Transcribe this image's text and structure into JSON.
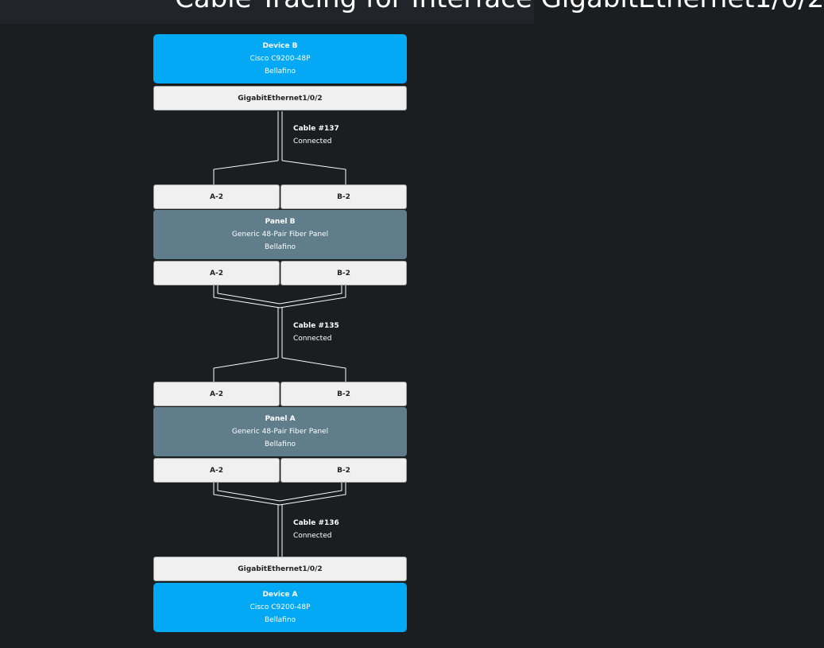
{
  "page_title": "Cable Tracing for Interface GigabitEthernet1/0/2",
  "device_b": {
    "name": "Device B",
    "model": "Cisco C9200-48P",
    "site": "Bellafino",
    "interface": "GigabitEthernet1/0/2"
  },
  "cable_137": {
    "name": "Cable #137",
    "status": "Connected"
  },
  "panel_b": {
    "front_ports": [
      "A-2",
      "B-2"
    ],
    "name": "Panel B",
    "type": "Generic 48-Pair Fiber Panel",
    "site": "Bellafino",
    "rear_ports": [
      "A-2",
      "B-2"
    ]
  },
  "cable_135": {
    "name": "Cable #135",
    "status": "Connected"
  },
  "panel_a": {
    "front_ports": [
      "A-2",
      "B-2"
    ],
    "name": "Panel A",
    "type": "Generic 48-Pair Fiber Panel",
    "site": "Bellafino",
    "rear_ports": [
      "A-2",
      "B-2"
    ]
  },
  "cable_136": {
    "name": "Cable #136",
    "status": "Connected"
  },
  "device_a": {
    "interface": "GigabitEthernet1/0/2",
    "name": "Device A",
    "model": "Cisco C9200-48P",
    "site": "Bellafino"
  },
  "colors": {
    "device": "#03a9f4",
    "panel": "#607d8b",
    "background": "#1b1e21",
    "terminal": "#f0f0f0"
  }
}
